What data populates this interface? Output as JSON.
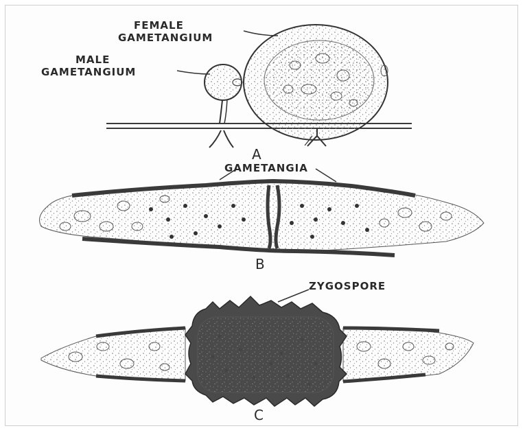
{
  "figure": {
    "panels": [
      {
        "id": "A",
        "caption": "A",
        "labels": {
          "female_line1": "FEMALE",
          "female_line2": "GAMETANGIUM",
          "male_line1": "MALE",
          "male_line2": "GAMETANGIUM"
        }
      },
      {
        "id": "B",
        "caption": "B",
        "labels": {
          "gametangia": "GAMETANGIA"
        }
      },
      {
        "id": "C",
        "caption": "C",
        "labels": {
          "zygospore": "ZYGOSPORE"
        }
      }
    ]
  },
  "colors": {
    "ink": "#2a2a2a",
    "wall": "#4a4a4a",
    "paper": "#fdfdfd",
    "stipple": "#777777"
  }
}
